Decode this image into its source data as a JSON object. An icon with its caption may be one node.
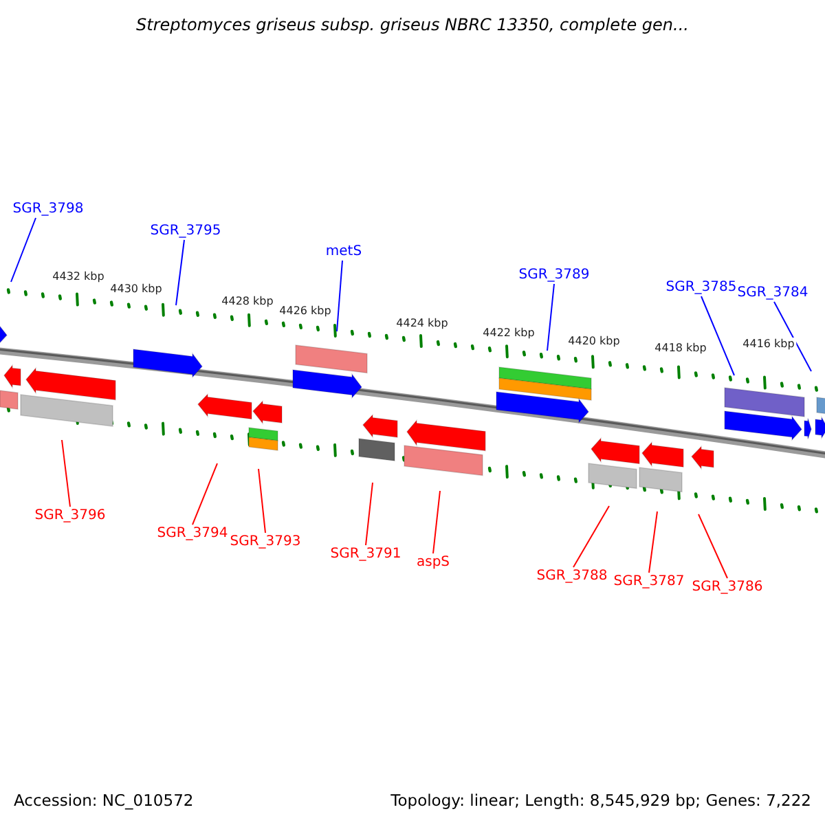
{
  "diagram": {
    "title": "Streptomyces griseus subsp. griseus NBRC 13350, complete gen...",
    "nodes": [
      {
        "text": [
          "SGR_3798"
        ]
      },
      {
        "text": [
          "SGR_3795"
        ]
      },
      {
        "text": [
          "metS"
        ]
      },
      {
        "text": [
          "SGR_3789"
        ]
      },
      {
        "text": [
          "SGR_3785"
        ]
      },
      {
        "text": [
          "SGR_3784"
        ]
      },
      {
        "text": [
          "SGR_3796"
        ]
      },
      {
        "text": [
          "SGR_3794"
        ]
      },
      {
        "text": [
          "SGR_3793"
        ]
      },
      {
        "text": [
          "SGR_3791"
        ]
      },
      {
        "text": [
          "aspS"
        ]
      },
      {
        "text": [
          "SGR_3788"
        ]
      },
      {
        "text": [
          "SGR_3787"
        ]
      },
      {
        "text": [
          "SGR_3786"
        ]
      }
    ],
    "edges": [
      {
        "from": 0,
        "to": null,
        "arrow": "none",
        "color": "#0000ff"
      },
      {
        "from": 1,
        "to": null,
        "arrow": "none",
        "color": "#0000ff"
      },
      {
        "from": 2,
        "to": null,
        "arrow": "none",
        "color": "#0000ff"
      },
      {
        "from": 3,
        "to": null,
        "arrow": "none",
        "color": "#0000ff"
      },
      {
        "from": 4,
        "to": null,
        "arrow": "none",
        "color": "#0000ff"
      },
      {
        "from": 5,
        "to": null,
        "arrow": "none",
        "color": "#0000ff"
      },
      {
        "from": 6,
        "to": null,
        "arrow": "none"
      },
      {
        "from": 7,
        "to": null,
        "arrow": "none"
      },
      {
        "from": 8,
        "to": null,
        "arrow": "none"
      },
      {
        "from": 9,
        "to": null,
        "arrow": "none"
      },
      {
        "from": 10,
        "to": null,
        "arrow": "none"
      },
      {
        "from": 11,
        "to": null,
        "arrow": "none"
      },
      {
        "from": 12,
        "to": null,
        "arrow": "none"
      },
      {
        "from": 13,
        "to": null,
        "arrow": "none"
      }
    ],
    "labels": [
      "4432 kbp",
      "4430 kbp",
      "4428 kbp",
      "4426 kbp",
      "4424 kbp",
      "4422 kbp",
      "4420 kbp",
      "4418 kbp",
      "4416 kbp",
      "Accession: NC_010572",
      "Topology: linear; Length: 8,545,929 bp; Genes: 7,222"
    ]
  }
}
